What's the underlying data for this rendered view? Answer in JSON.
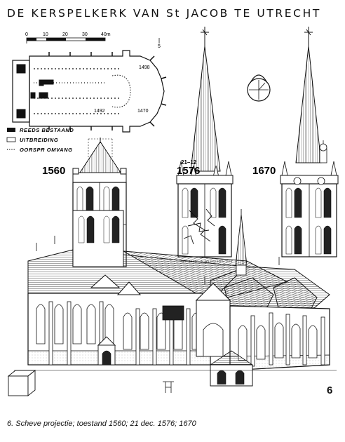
{
  "title": "DE KERSPELKERK VAN St JACOB TE UTRECHT",
  "scale_bar": {
    "ticks": [
      "0",
      "10",
      "20",
      "30",
      "40m"
    ],
    "extra_mark": "5"
  },
  "plan_labels": {
    "year_1498": "1498",
    "year_1492": "1492",
    "year_1470": "1470"
  },
  "legend": [
    {
      "label": "REEDS BESTAAND",
      "swatch": "solid"
    },
    {
      "label": "UITBREIDING",
      "swatch": "outline"
    },
    {
      "label": "OORSPR OMVANG",
      "swatch": "dotted"
    }
  ],
  "tower_states": [
    {
      "year": "1560",
      "note": ""
    },
    {
      "year": "1576",
      "note": "21–12"
    },
    {
      "year": "1670",
      "note": ""
    }
  ],
  "lightning_note": "LETTERSTR. IN ZELEPOSSEN 1576",
  "plate_number": "6",
  "caption": "6.  Scheve projectie; toestand 1560; 21 dec. 1576; 1670",
  "colors": {
    "ink": "#111111",
    "paper": "#ffffff"
  }
}
